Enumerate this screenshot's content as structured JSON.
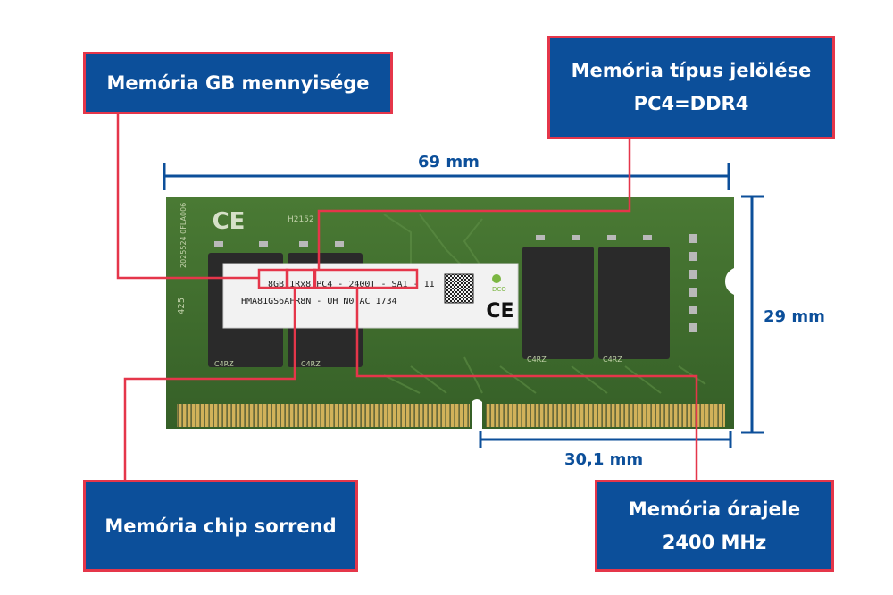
{
  "callouts": {
    "capacity": {
      "line1": "Memória GB mennyisége"
    },
    "type": {
      "line1": "Memória típus jelölése",
      "line2": "PC4=DDR4"
    },
    "chip_order": {
      "line1": "Memória chip sorrend"
    },
    "clock": {
      "line1": "Memória órajele",
      "line2": "2400 MHz"
    }
  },
  "dimensions": {
    "width": "69 mm",
    "height": "29 mm",
    "notch": "30,1 mm"
  },
  "module_label": {
    "line1": [
      "8GB",
      "1Rx8",
      "PC4",
      "-",
      "2400T",
      "-",
      "SA1",
      "-",
      "11"
    ],
    "line2": [
      "HMA81GS6AFR8N",
      "-",
      "UH",
      "N0",
      "AC",
      "1734"
    ],
    "ce_mark": "CE"
  },
  "pcb_markings": {
    "ce_mark": "CE",
    "code": "H2152",
    "side_code": "2025524 0FLA006",
    "small_425": "425",
    "chip_codes": [
      "C4RZ",
      "C4RZ",
      "C4RZ",
      "C4RZ"
    ]
  },
  "colors": {
    "callout_fill": "#0c4f9a",
    "callout_border": "#e5364a",
    "dimension_blue": "#0c4f9a",
    "pcb_green": "#3d6a2c",
    "contact_gold": "#c8a94a"
  }
}
